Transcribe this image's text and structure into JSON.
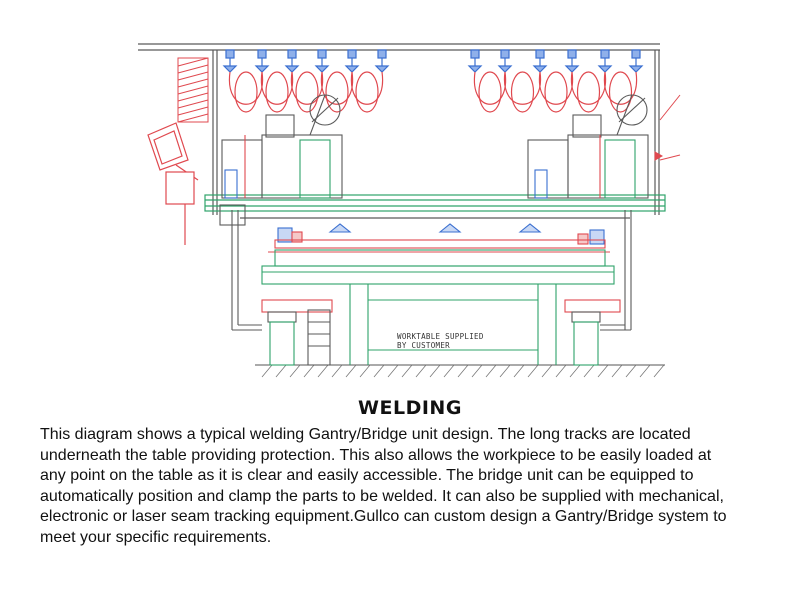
{
  "drawing": {
    "note_line1": "WORKTABLE SUPPLIED",
    "note_line2": "BY CUSTOMER",
    "colors": {
      "track_green": "#2fa36a",
      "cable_red": "#e0494f",
      "structure_gray": "#5a5a5a",
      "torch_blue": "#3a6fd0"
    }
  },
  "heading": "WELDING",
  "description": "This diagram shows a typical welding Gantry/Bridge unit design. The long tracks are located\nunderneath the table providing protection. This also allows the workpiece to be easily loaded at\nany point on the table as it is clear and easily accessible. The bridge unit  can be equipped to\nautomatically position and clamp the parts to be welded. It can also be supplied with mechanical,\nelectronic or laser seam tracking equipment.Gullco can custom design a Gantry/Bridge system to\nmeet your specific requirements."
}
